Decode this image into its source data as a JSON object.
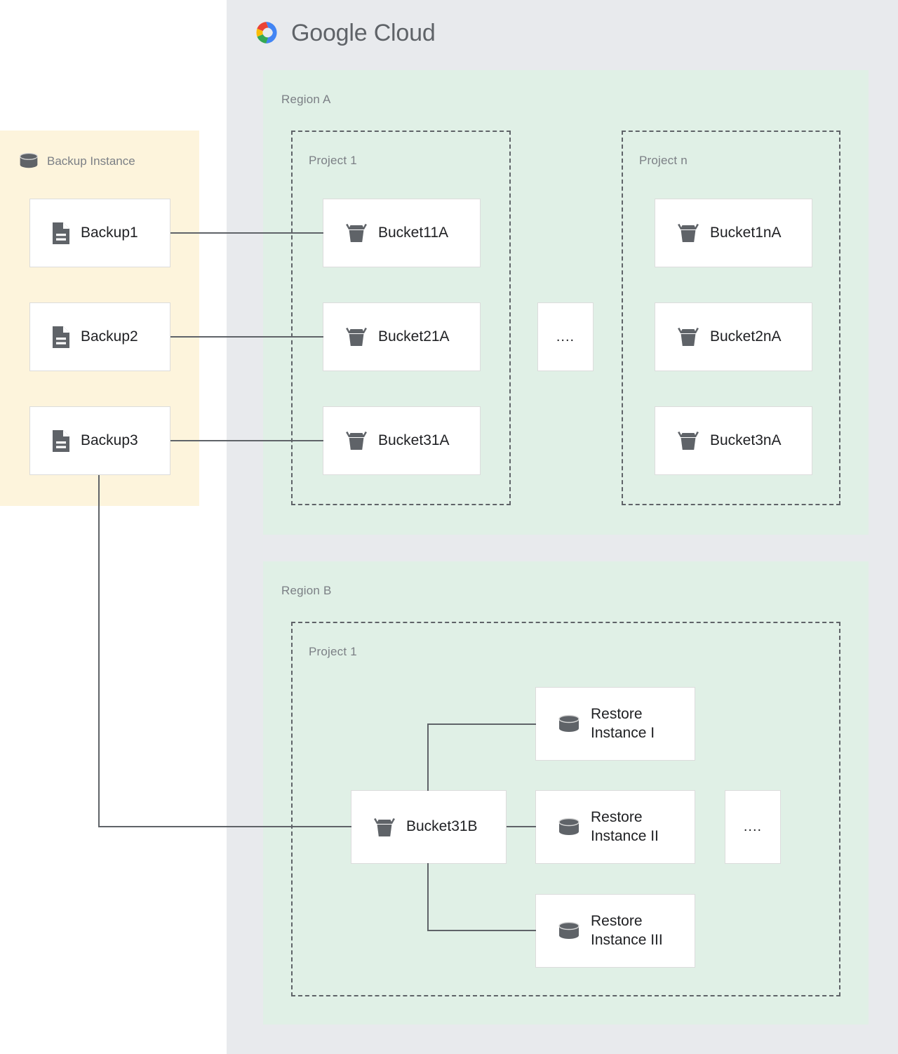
{
  "brand": {
    "name": "Google Cloud",
    "word1": "Google",
    "word2": "Cloud",
    "logo_icon": "google-cloud-logo-icon",
    "colors": {
      "red": "#EA4335",
      "yellow": "#FBBC05",
      "green": "#34A853",
      "blue": "#4285F4",
      "text": "#5f6368"
    }
  },
  "colors": {
    "cloud_panel_bg": "#e8eaed",
    "region_bg": "#e0f0e6",
    "backup_panel_bg": "#fdf4dc",
    "node_bg": "#ffffff",
    "node_border": "#dcdcdc",
    "label_text": "#7b7f85",
    "node_text": "#202124",
    "wire": "#5f6368",
    "icon_fill": "#5f6368"
  },
  "backup_instance": {
    "label": "Backup Instance",
    "icon": "database-cylinder-icon",
    "backups": [
      {
        "label": "Backup1",
        "icon": "document-icon"
      },
      {
        "label": "Backup2",
        "icon": "document-icon"
      },
      {
        "label": "Backup3",
        "icon": "document-icon"
      }
    ]
  },
  "regions": [
    {
      "label": "Region A",
      "projects": [
        {
          "label": "Project 1",
          "buckets": [
            {
              "label": "Bucket11A",
              "icon": "storage-bucket-icon"
            },
            {
              "label": "Bucket21A",
              "icon": "storage-bucket-icon"
            },
            {
              "label": "Bucket31A",
              "icon": "storage-bucket-icon"
            }
          ]
        },
        {
          "label": "Project n",
          "buckets": [
            {
              "label": "Bucket1nA",
              "icon": "storage-bucket-icon"
            },
            {
              "label": "Bucket2nA",
              "icon": "storage-bucket-icon"
            },
            {
              "label": "Bucket3nA",
              "icon": "storage-bucket-icon"
            }
          ]
        }
      ],
      "ellipsis": "...."
    },
    {
      "label": "Region B",
      "projects": [
        {
          "label": "Project 1",
          "buckets": [
            {
              "label": "Bucket31B",
              "icon": "storage-bucket-icon"
            }
          ],
          "restore_instances": [
            {
              "label": "Restore\nInstance I",
              "icon": "database-cylinder-icon"
            },
            {
              "label": "Restore\nInstance II",
              "icon": "database-cylinder-icon"
            },
            {
              "label": "Restore\nInstance III",
              "icon": "database-cylinder-icon"
            }
          ],
          "ellipsis": "...."
        }
      ]
    }
  ],
  "connections": [
    {
      "from": "Backup1",
      "to": "Bucket11A"
    },
    {
      "from": "Backup2",
      "to": "Bucket21A"
    },
    {
      "from": "Backup3",
      "to": "Bucket31B"
    },
    {
      "from": "Bucket31B",
      "to": "Restore Instance I"
    },
    {
      "from": "Bucket31B",
      "to": "Restore Instance II"
    },
    {
      "from": "Bucket31B",
      "to": "Restore Instance III"
    }
  ]
}
